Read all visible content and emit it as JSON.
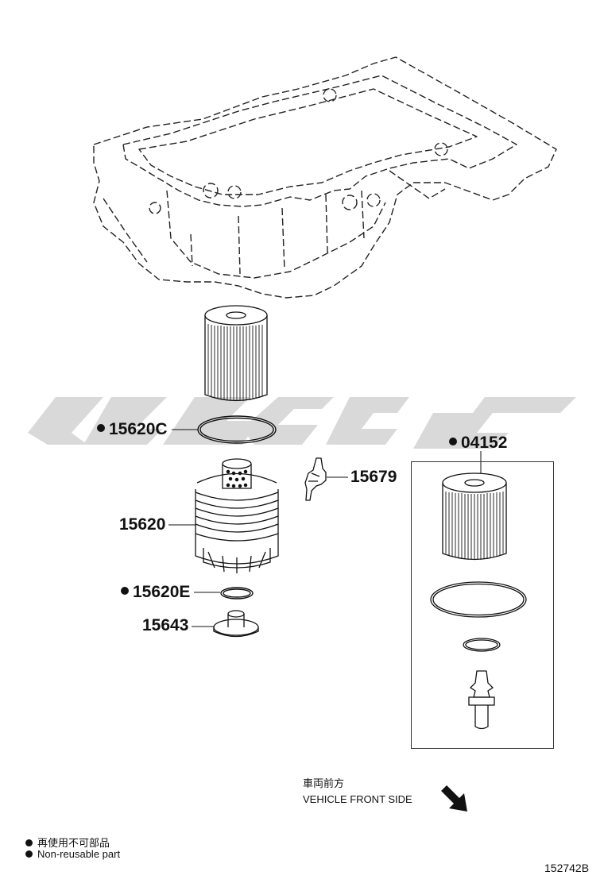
{
  "parts": {
    "gasket_c": {
      "number": "15620C",
      "non_reusable": true
    },
    "cap": {
      "number": "15620",
      "non_reusable": false
    },
    "bracket": {
      "number": "15679",
      "non_reusable": false
    },
    "oring_e": {
      "number": "15620E",
      "non_reusable": true
    },
    "drain_plug": {
      "number": "15643",
      "non_reusable": false
    },
    "element_kit": {
      "number": "04152",
      "non_reusable": true
    }
  },
  "direction": {
    "label_jp": "車両前方",
    "label_en": "VEHICLE FRONT SIDE"
  },
  "legend": {
    "jp": "再使用不可部品",
    "en": "Non-reusable part"
  },
  "diagram_id": "152742B",
  "colors": {
    "line": "#111111",
    "watermark": "#d9d9d9"
  }
}
